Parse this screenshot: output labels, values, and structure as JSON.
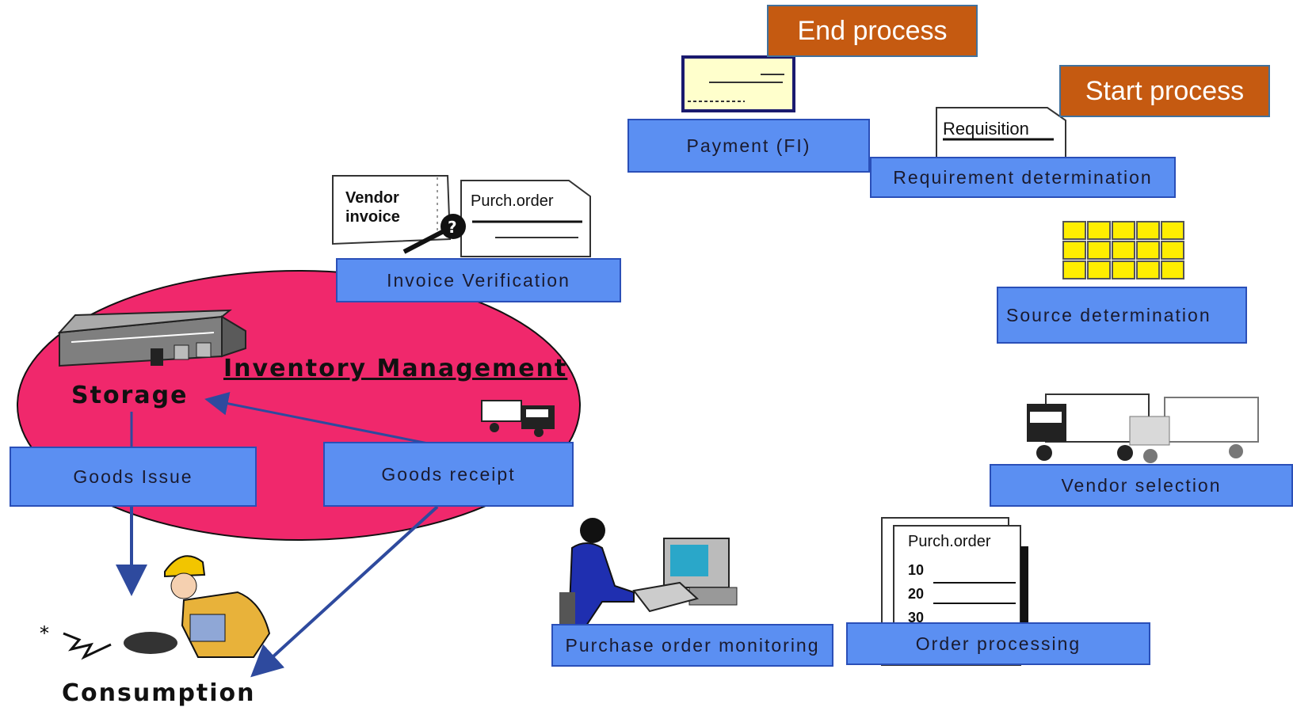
{
  "steps": {
    "end_process": "End process",
    "start_process": "Start process",
    "payment": "Payment (FI)",
    "requirement": "Requirement determination",
    "source": "Source determination",
    "vendor_selection": "Vendor selection",
    "order_processing": "Order processing",
    "po_monitoring": "Purchase order monitoring",
    "goods_receipt": "Goods receipt",
    "goods_issue": "Goods Issue",
    "invoice_verification": "Invoice Verification"
  },
  "labels": {
    "inventory_management": "Inventory Management",
    "storage": "Storage",
    "consumption": "Consumption"
  },
  "documents": {
    "requisition": "Requisition",
    "vendor_invoice_line1": "Vendor",
    "vendor_invoice_line2": "invoice",
    "purch_order": "Purch.order",
    "purch_order_2": "Purch.order",
    "po_items": [
      "10",
      "20",
      "30"
    ]
  },
  "colors": {
    "step_box": "#5b8ff2",
    "ellipse": "#f0286c",
    "process_marker": "#c55a11",
    "arrow": "#2e4a9e"
  },
  "icons": [
    "warehouse-icon",
    "truck-icon",
    "worker-icon",
    "computer-user-icon",
    "document-icon",
    "grid-icon"
  ]
}
